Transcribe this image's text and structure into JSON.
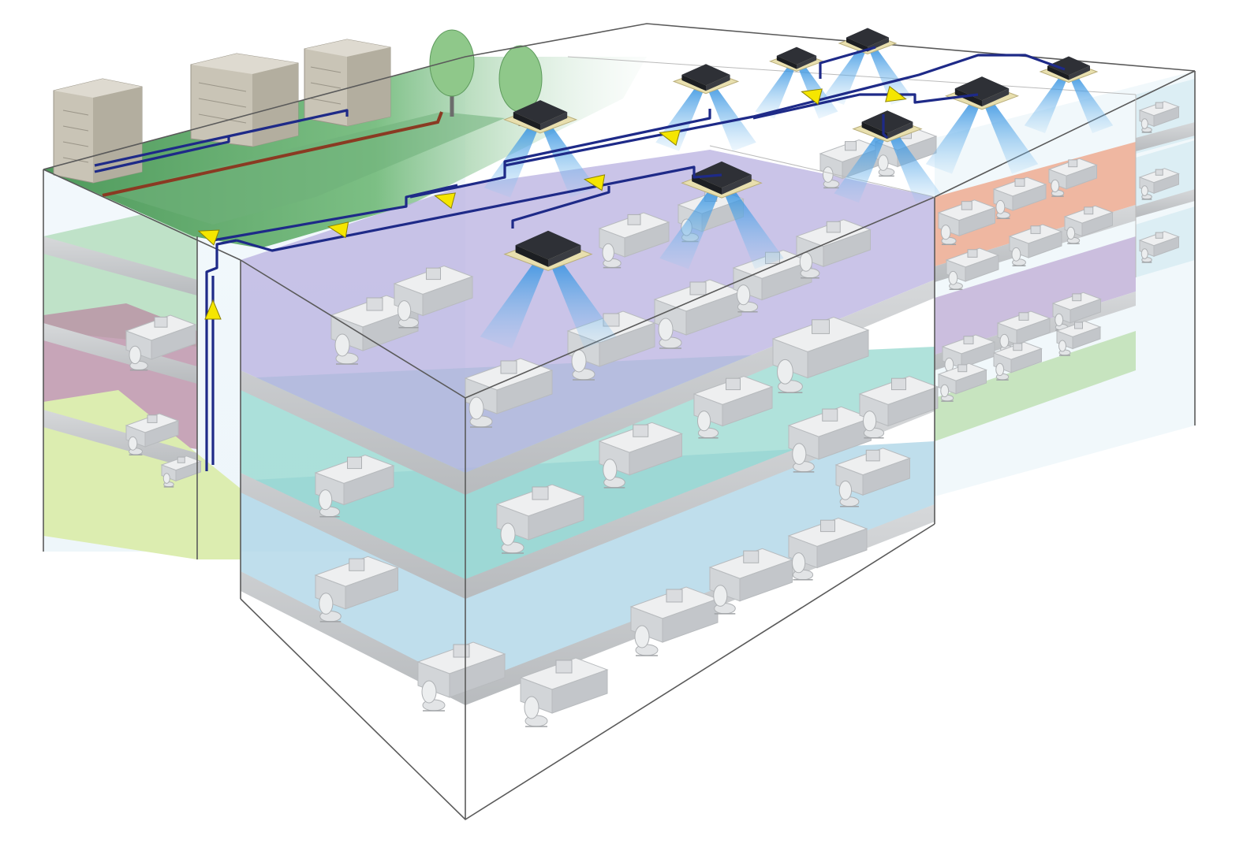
{
  "diagram": {
    "colors": {
      "background": "#ffffff",
      "roof_lawn": "#5fa86a",
      "floor3_tint": "#b8b0e0",
      "floor2_tint": "#8fd6cc",
      "floor1_tint": "#a9d3e6",
      "wing_floor3": "#efab90",
      "wing_floor2": "#c4b4d8",
      "wing_floor1": "#bfe0b4",
      "left_floor2": "#b98aa2",
      "left_floor1": "#dcedb0",
      "left_floor3": "#bfe2c8",
      "refrigerant_pipe": "#1e2a88",
      "flow_arrow": "#f5e600",
      "air_flow": "#4aa8e8",
      "cassette_unit": "#2e3036",
      "outdoor_unit": "#c9c4b6",
      "drain_line": "#8a3a22",
      "tree": "#8fc88a",
      "furniture": "#e4e6e8",
      "glass_edge": "#5a5a5a"
    },
    "icons": {
      "outdoor_unit": "outdoor-condenser-icon",
      "indoor_unit": "ceiling-cassette-icon",
      "tree": "tree-icon",
      "arrow": "flow-arrow-icon",
      "desk": "office-desk-icon",
      "chair": "office-chair-icon"
    },
    "outdoor_units": [
      {
        "id": 1
      },
      {
        "id": 2
      },
      {
        "id": 3
      }
    ],
    "indoor_units": [
      {
        "id": 1
      },
      {
        "id": 2
      },
      {
        "id": 3
      },
      {
        "id": 4
      },
      {
        "id": 5
      },
      {
        "id": 6
      },
      {
        "id": 7
      }
    ],
    "flow_arrows": [
      {
        "id": 1
      },
      {
        "id": 2
      },
      {
        "id": 3
      },
      {
        "id": 4
      },
      {
        "id": 5
      },
      {
        "id": 6
      },
      {
        "id": 7
      },
      {
        "id": 8
      }
    ],
    "trees": [
      {
        "id": 1
      },
      {
        "id": 2
      }
    ],
    "floors": [
      {
        "level": 3
      },
      {
        "level": 2
      },
      {
        "level": 1
      }
    ]
  }
}
